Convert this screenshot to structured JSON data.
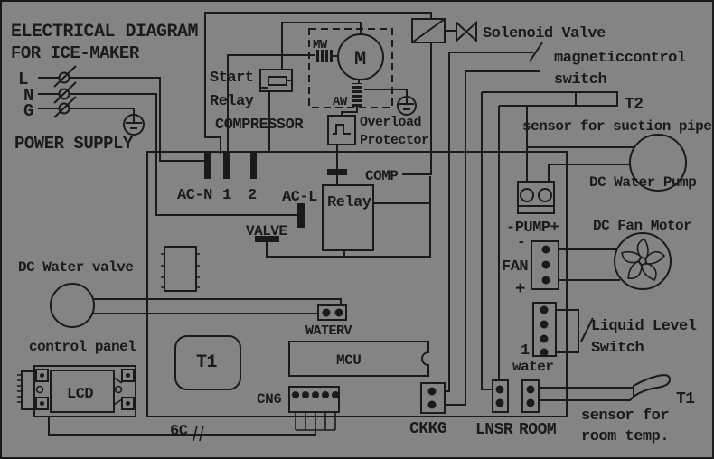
{
  "colors": {
    "background": "#848484",
    "ink": "#1a1a1a"
  },
  "header": {
    "line1": "ELECTRICAL DIAGRAM",
    "line2": "FOR ICE-MAKER"
  },
  "power": {
    "l": "L",
    "n": "N",
    "g": "G",
    "label": "POWER SUPPLY"
  },
  "compressor": {
    "start1": "Start",
    "start2": "Relay",
    "name": "COMPRESSOR",
    "mw": "MW",
    "aw": "AW",
    "motor": "M",
    "ov1": "Overload",
    "ov2": "Protector"
  },
  "pcb": {
    "acn": "AC-N",
    "n1": "1",
    "n2": "2",
    "acl": "AC-L",
    "valve": "VALVE",
    "comp": "COMP",
    "relay": "Relay",
    "mcu": "MCU",
    "t1": "T1",
    "cn6": "CN6",
    "waterv": "WATERV",
    "cable": "6C",
    "ckkg": "CKKG",
    "lnsr": "LNSR",
    "room": "ROOM"
  },
  "right": {
    "solenoid": "Solenoid Valve",
    "mag1": "magneticcontrol",
    "mag2": "switch",
    "t2": "T2",
    "suction": "sensor for suction pipe",
    "pump_name": "DC Water Pump",
    "pump_label": "-PUMP+",
    "fan": "FAN",
    "minus": "-",
    "plus": "+",
    "fan_name": "DC Fan Motor",
    "water_num": "1",
    "water": "water",
    "liq1": "Liquid Level",
    "liq2": "Switch",
    "t1": "T1",
    "room1": "sensor for",
    "room2": "room temp."
  },
  "left": {
    "valve_name": "DC Water valve",
    "panel": "control panel",
    "lcd": "LCD"
  }
}
